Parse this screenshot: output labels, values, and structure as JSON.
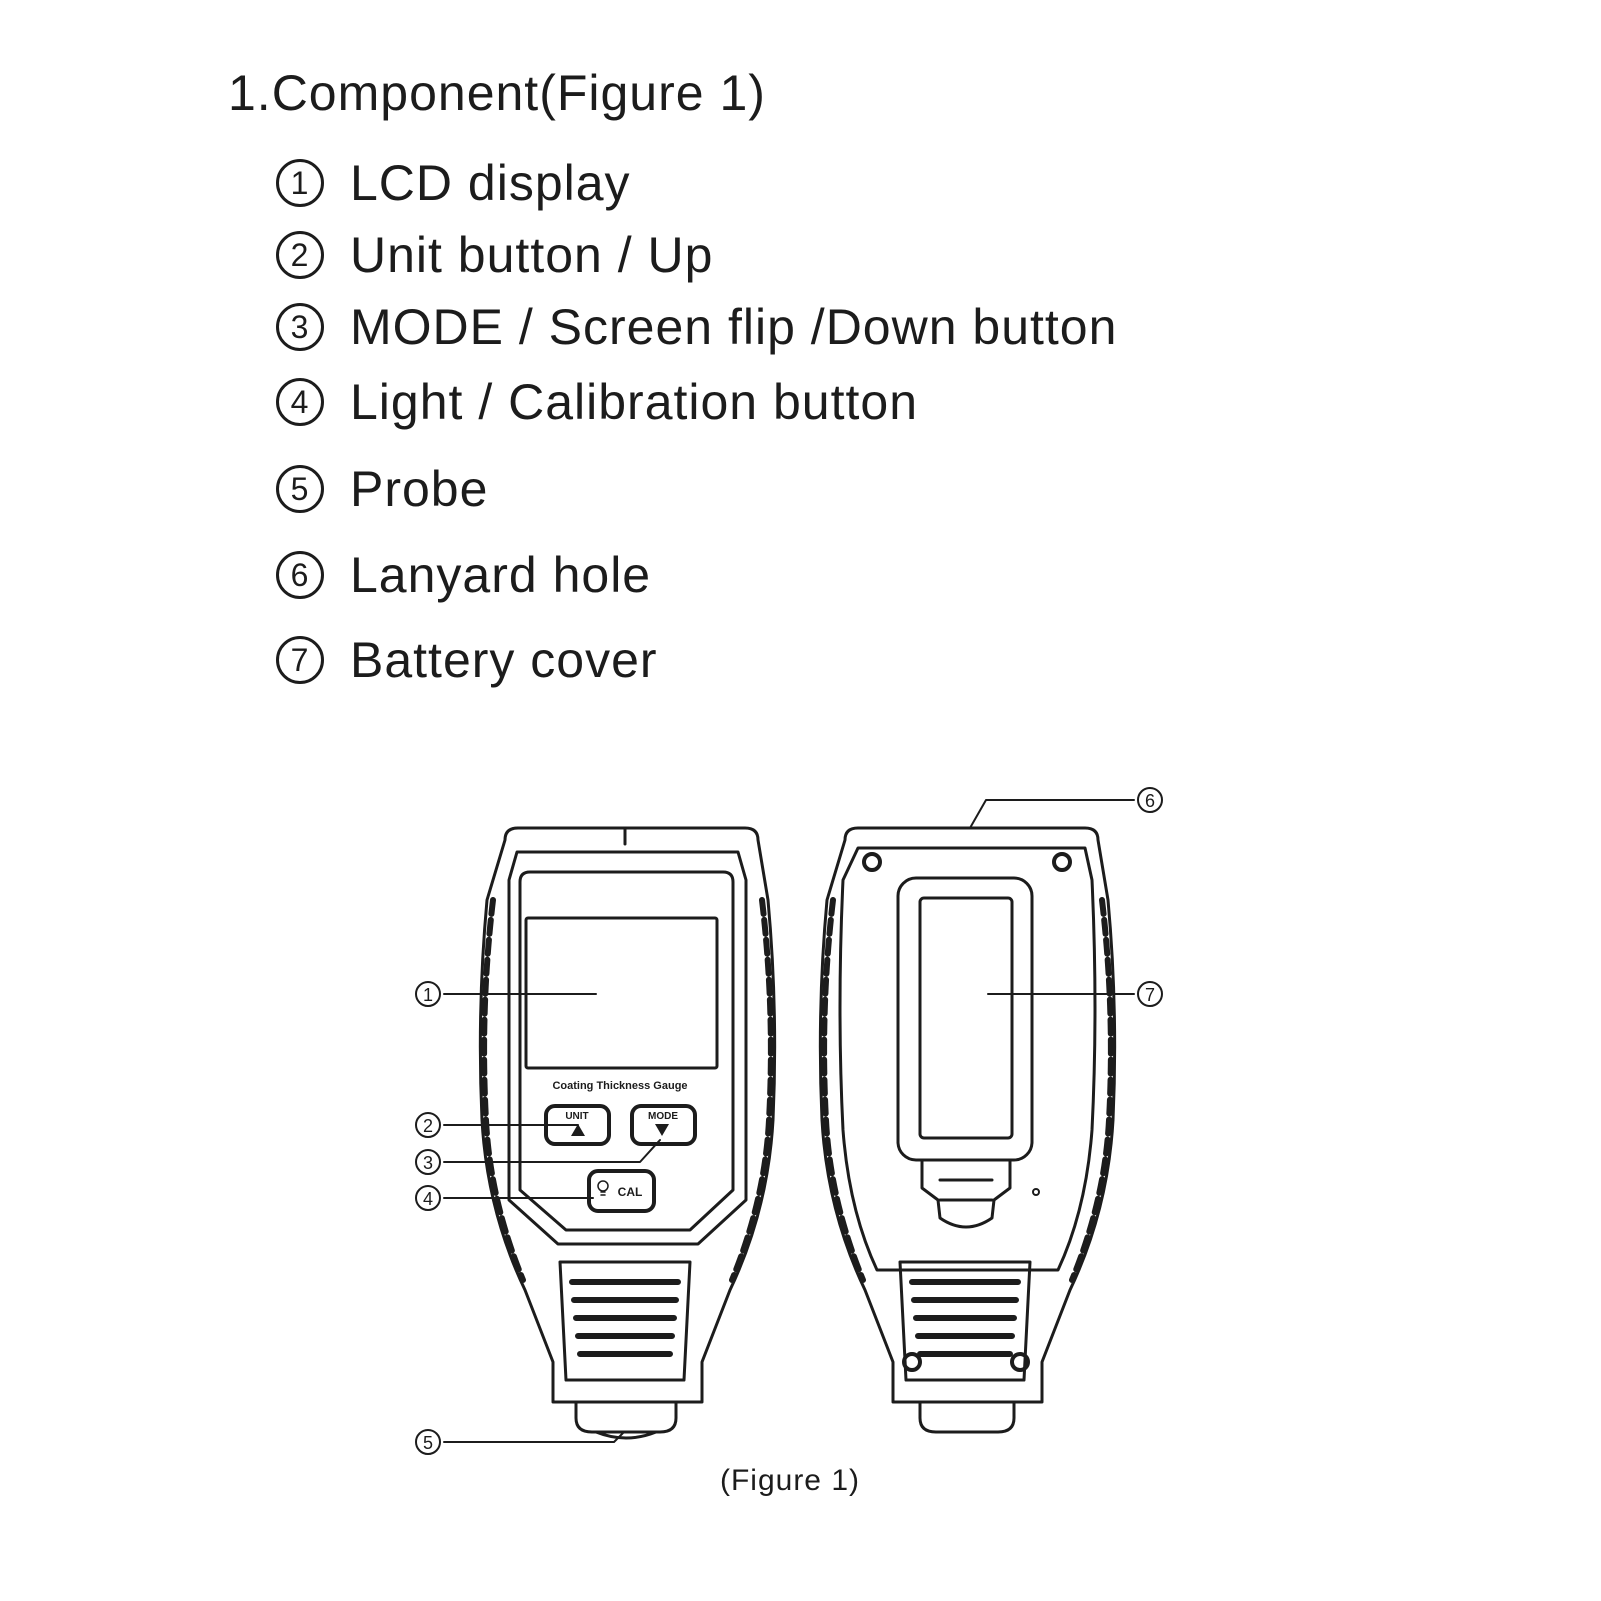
{
  "heading": "1.Component(Figure 1)",
  "items": [
    {
      "num": "1",
      "label": "LCD display"
    },
    {
      "num": "2",
      "label": "Unit button / Up"
    },
    {
      "num": "3",
      "label": "MODE / Screen flip /Down button"
    },
    {
      "num": "4",
      "label": "Light / Calibration button"
    },
    {
      "num": "5",
      "label": "Probe"
    },
    {
      "num": "6",
      "label": "Lanyard hole"
    },
    {
      "num": "7",
      "label": "Battery cover"
    }
  ],
  "device": {
    "brand_text": "Coating Thickness Gauge",
    "unit_button": "UNIT",
    "mode_button": "MODE",
    "cal_button": "CAL"
  },
  "callouts": [
    "1",
    "2",
    "3",
    "4",
    "5",
    "6",
    "7"
  ],
  "caption": "(Figure 1)"
}
